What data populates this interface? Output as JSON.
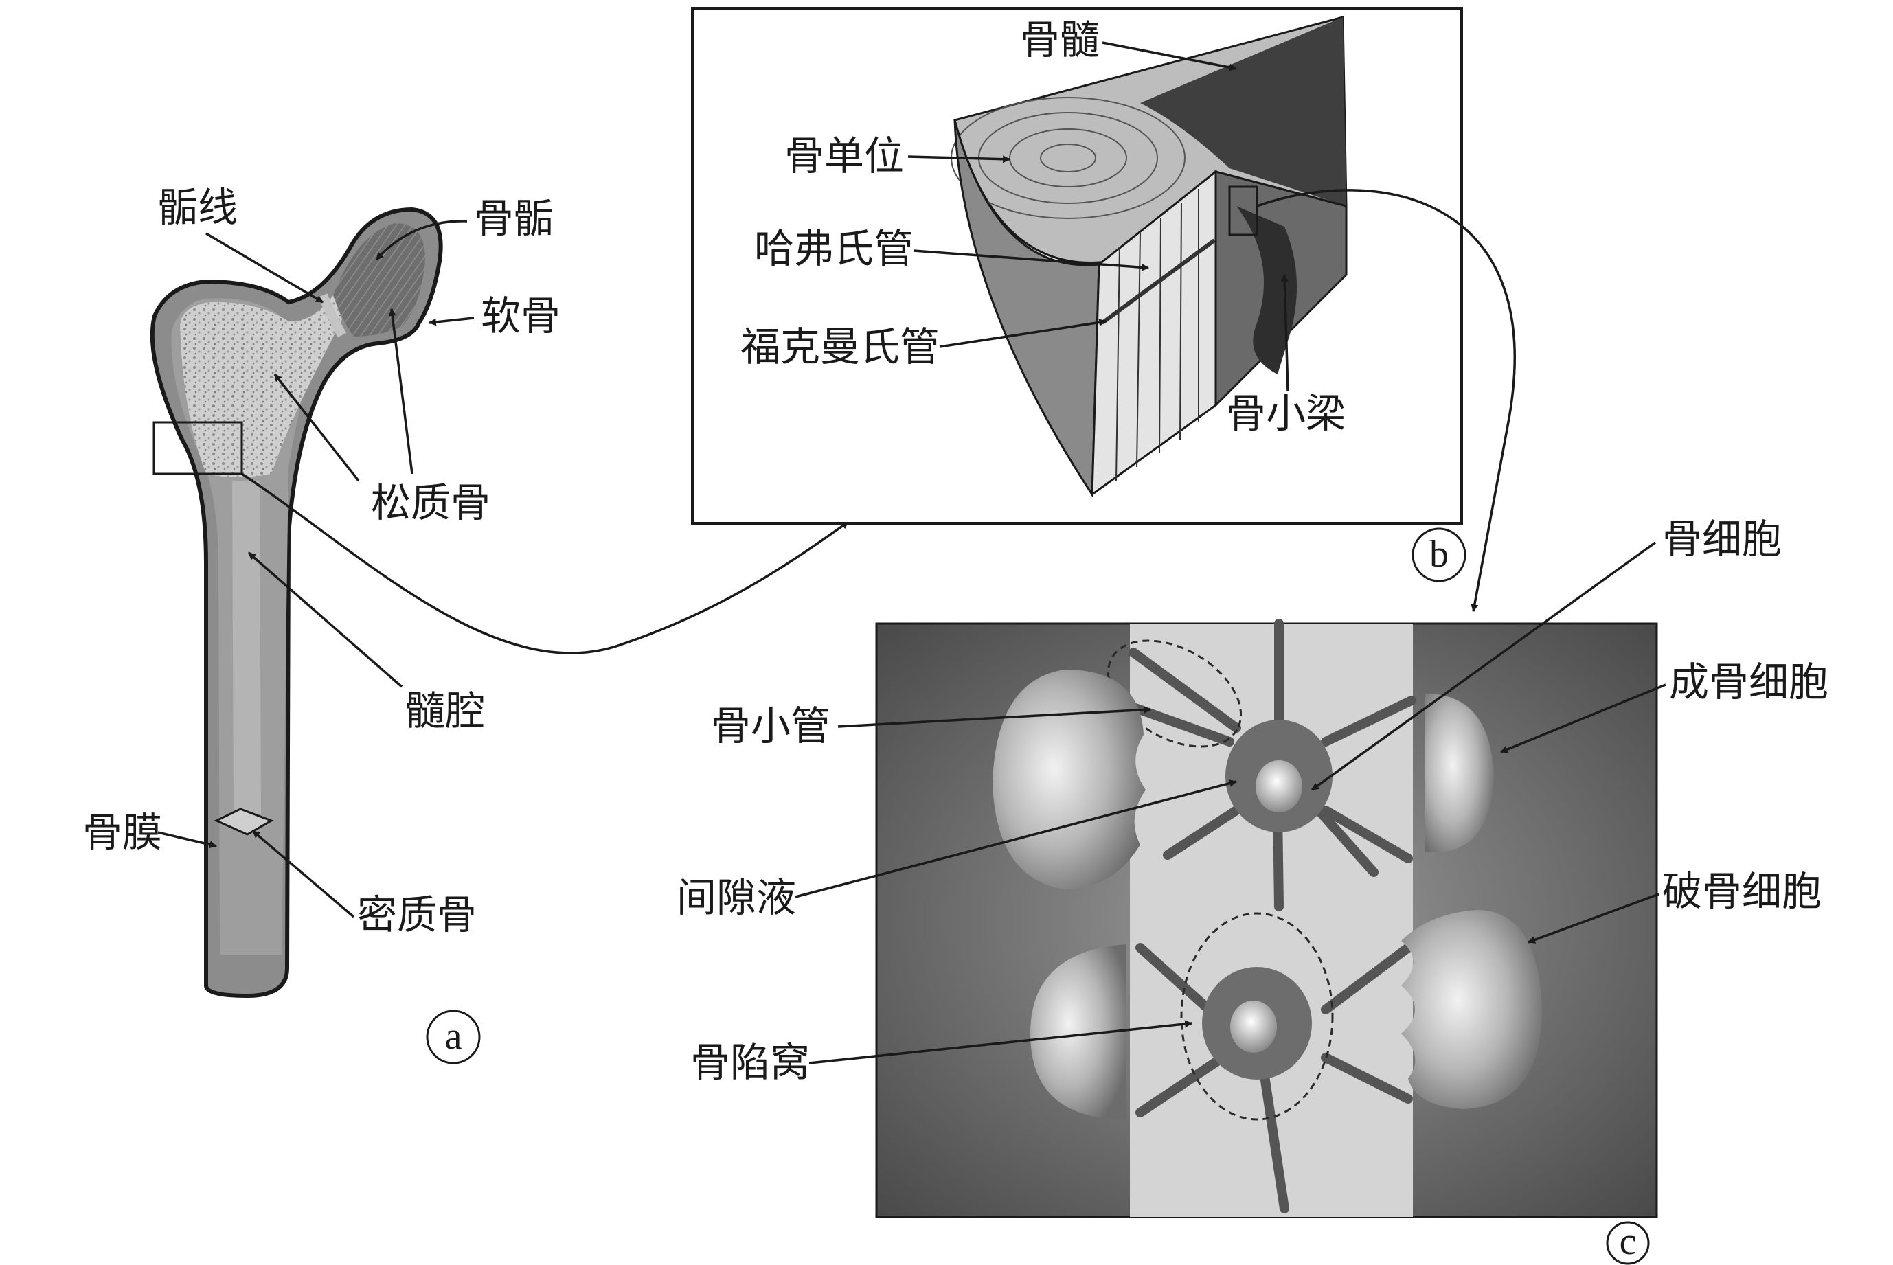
{
  "panel_a": {
    "tag": "a",
    "labels": {
      "epiphyseal_line": "骺线",
      "epiphysis": "骨骺",
      "cartilage": "软骨",
      "cancellous_bone": "松质骨",
      "medullary_cavity": "髓腔",
      "periosteum": "骨膜",
      "compact_bone": "密质骨"
    }
  },
  "panel_b": {
    "tag": "b",
    "labels": {
      "bone_marrow": "骨髓",
      "osteon": "骨单位",
      "haversian_canal": "哈弗氏管",
      "volkmann_canal": "福克曼氏管",
      "trabecula": "骨小梁"
    }
  },
  "panel_c": {
    "tag": "c",
    "labels": {
      "osteocyte": "骨细胞",
      "canaliculi": "骨小管",
      "osteoblast": "成骨细胞",
      "interstitial_fluid": "间隙液",
      "osteoclast": "破骨细胞",
      "lacuna": "骨陷窝"
    }
  }
}
